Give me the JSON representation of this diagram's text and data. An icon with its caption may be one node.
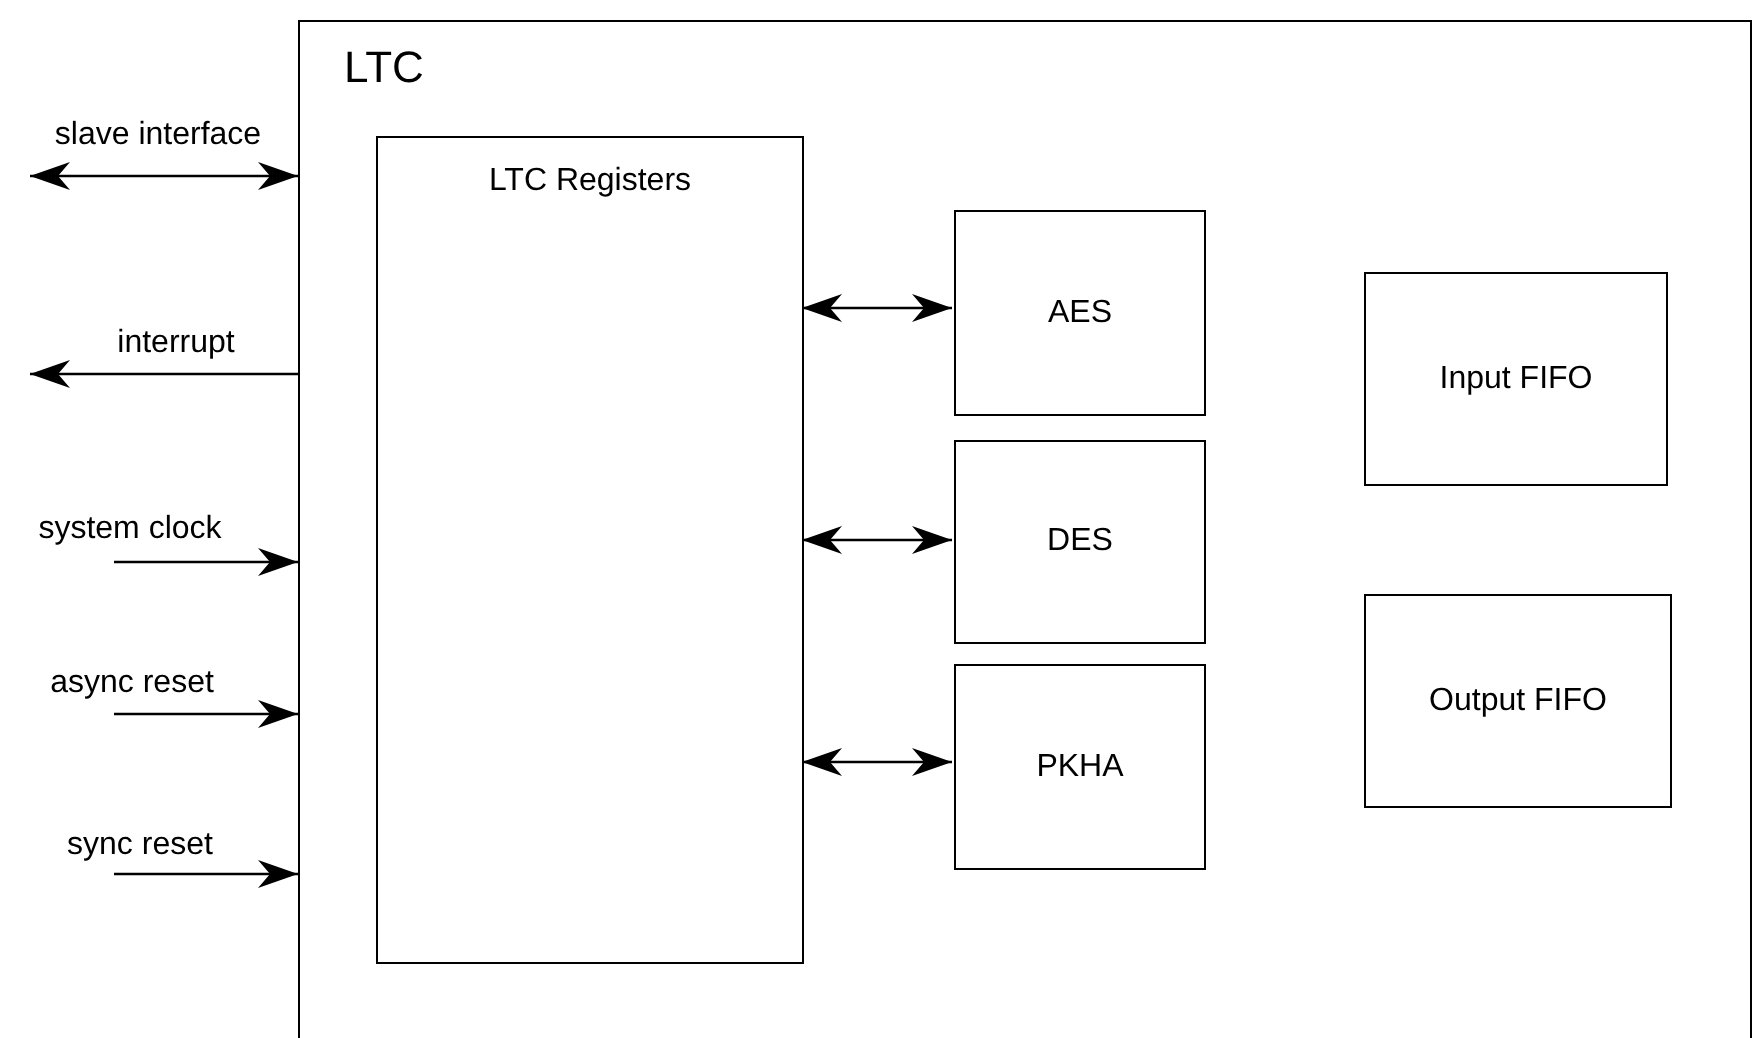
{
  "diagram": {
    "nodes": [
      {
        "text": [
          "LTC"
        ]
      },
      {
        "text": [
          "LTC Registers"
        ],
        "in": 0
      },
      {
        "text": [
          "AES"
        ],
        "in": 0
      },
      {
        "text": [
          "DES"
        ],
        "in": 0
      },
      {
        "text": [
          "PKHA"
        ],
        "in": 0
      },
      {
        "text": [
          "Input FIFO"
        ],
        "in": 0
      },
      {
        "text": [
          "Output FIFO"
        ],
        "in": 0
      }
    ],
    "edges": [
      {
        "from": null,
        "to": 0,
        "arrow": "both",
        "label": "slave interface"
      },
      {
        "from": 0,
        "to": null,
        "arrow": "to",
        "label": "interrupt"
      },
      {
        "from": null,
        "to": 0,
        "arrow": "to",
        "label": "system clock"
      },
      {
        "from": null,
        "to": 0,
        "arrow": "to",
        "label": "async reset"
      },
      {
        "from": null,
        "to": 0,
        "arrow": "to",
        "label": "sync reset"
      },
      {
        "from": 1,
        "to": 2,
        "arrow": "both"
      },
      {
        "from": 1,
        "to": 3,
        "arrow": "both"
      },
      {
        "from": 1,
        "to": 4,
        "arrow": "both"
      }
    ]
  }
}
